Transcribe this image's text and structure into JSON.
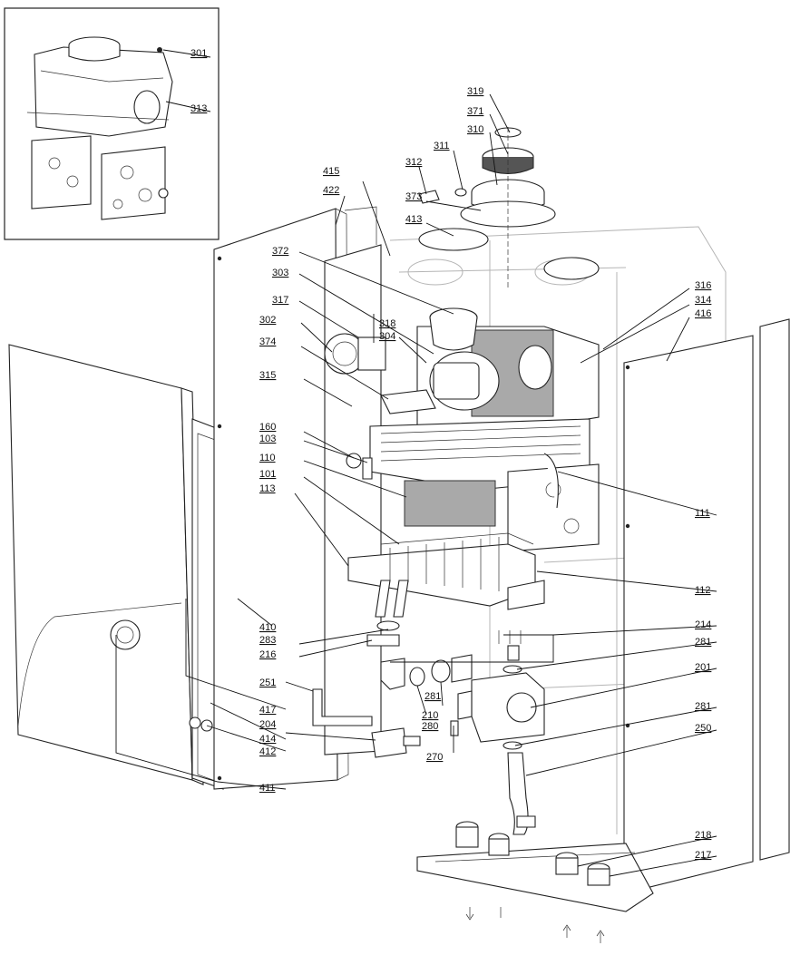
{
  "labels": [
    "301",
    "313",
    "319",
    "371",
    "310",
    "311",
    "312",
    "373",
    "413",
    "415",
    "422",
    "372",
    "303",
    "317",
    "318",
    "304",
    "302",
    "374",
    "315",
    "160",
    "103",
    "110",
    "101",
    "113",
    "316",
    "314",
    "416",
    "111",
    "112",
    "410",
    "283",
    "216",
    "214",
    "281",
    "201",
    "251",
    "281",
    "210",
    "280",
    "417",
    "204",
    "414",
    "412",
    "270",
    "281",
    "250",
    "411",
    "218",
    "217"
  ]
}
